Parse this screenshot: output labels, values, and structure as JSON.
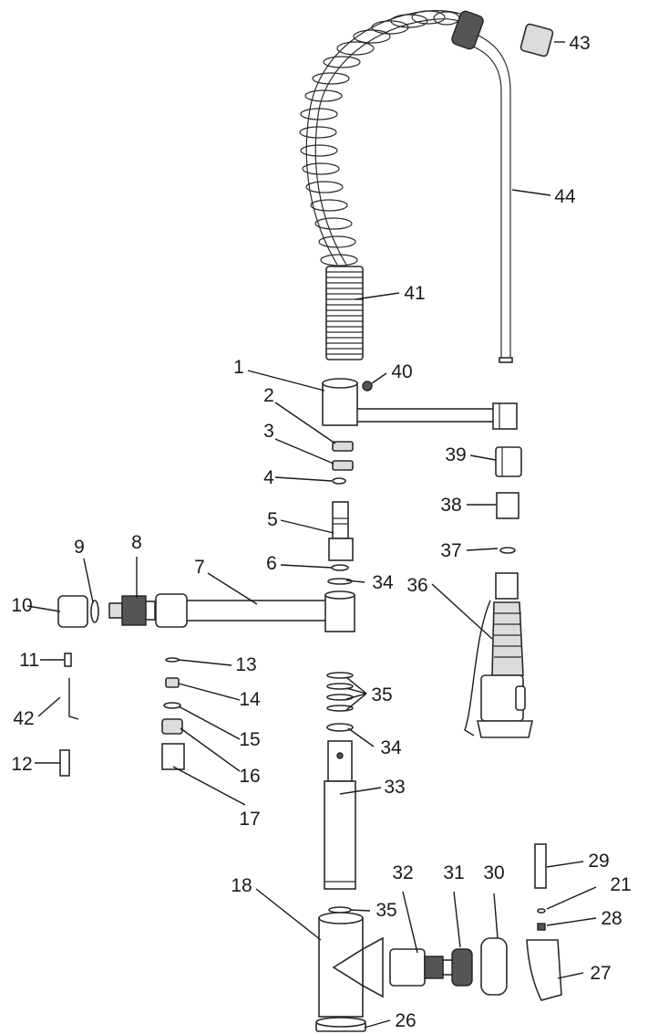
{
  "labels": {
    "p1": "1",
    "p2": "2",
    "p3": "3",
    "p4": "4",
    "p5": "5",
    "p6": "6",
    "p7": "7",
    "p8": "8",
    "p9": "9",
    "p10": "10",
    "p11": "11",
    "p12": "12",
    "p13": "13",
    "p14": "14",
    "p15": "15",
    "p16": "16",
    "p17": "17",
    "p18": "18",
    "p21": "21",
    "p26": "26",
    "p27": "27",
    "p28": "28",
    "p29": "29",
    "p30": "30",
    "p31": "31",
    "p32": "32",
    "p33": "33",
    "p34a": "34",
    "p34b": "34",
    "p35a": "35",
    "p35b": "35",
    "p36": "36",
    "p37": "37",
    "p38": "38",
    "p39": "39",
    "p40": "40",
    "p41": "41",
    "p42": "42",
    "p43": "43",
    "p44": "44"
  }
}
